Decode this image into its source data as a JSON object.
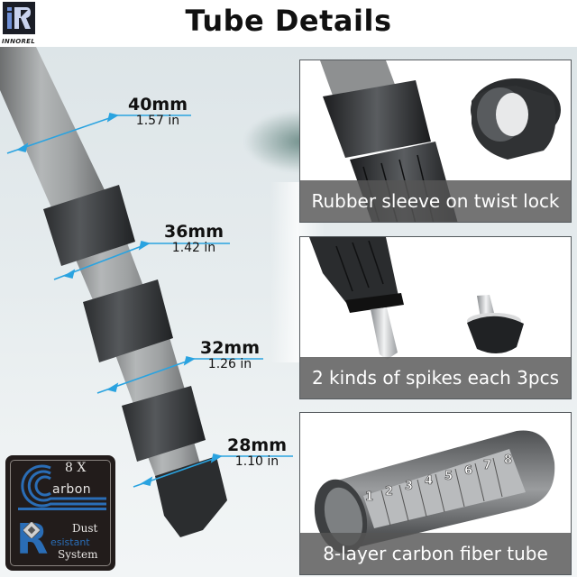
{
  "header": {
    "title": "Tube Details",
    "brand": {
      "logo_letters": "iR",
      "wordmark": "INNOREL"
    }
  },
  "leg_dimensions": [
    {
      "id": "section-1",
      "mm": "40mm",
      "inch": "1.57 in"
    },
    {
      "id": "section-2",
      "mm": "36mm",
      "inch": "1.42 in"
    },
    {
      "id": "section-3",
      "mm": "32mm",
      "inch": "1.26 in"
    },
    {
      "id": "section-4",
      "mm": "28mm",
      "inch": "1.10 in"
    }
  ],
  "badge": {
    "layers": "8 X",
    "carbon": "arbon",
    "dust": "Dust",
    "resistant": "esistant",
    "system": "System",
    "initial_c": "C",
    "initial_r": "R"
  },
  "panels": [
    {
      "id": "rubber-sleeve",
      "caption": "Rubber sleeve on twist lock"
    },
    {
      "id": "spikes",
      "caption": "2 kinds of spikes each 3pcs"
    },
    {
      "id": "carbon-layers",
      "caption": "8-layer carbon fiber tube",
      "layer_numbers": [
        "1",
        "2",
        "3",
        "4",
        "5",
        "6",
        "7",
        "8"
      ]
    }
  ],
  "colors": {
    "dimension_line": "#2aa3e0",
    "caption_bar": "#555555",
    "badge_bg": "#221c1b",
    "badge_blue": "#2a6db6",
    "background": "#e6ecee"
  }
}
